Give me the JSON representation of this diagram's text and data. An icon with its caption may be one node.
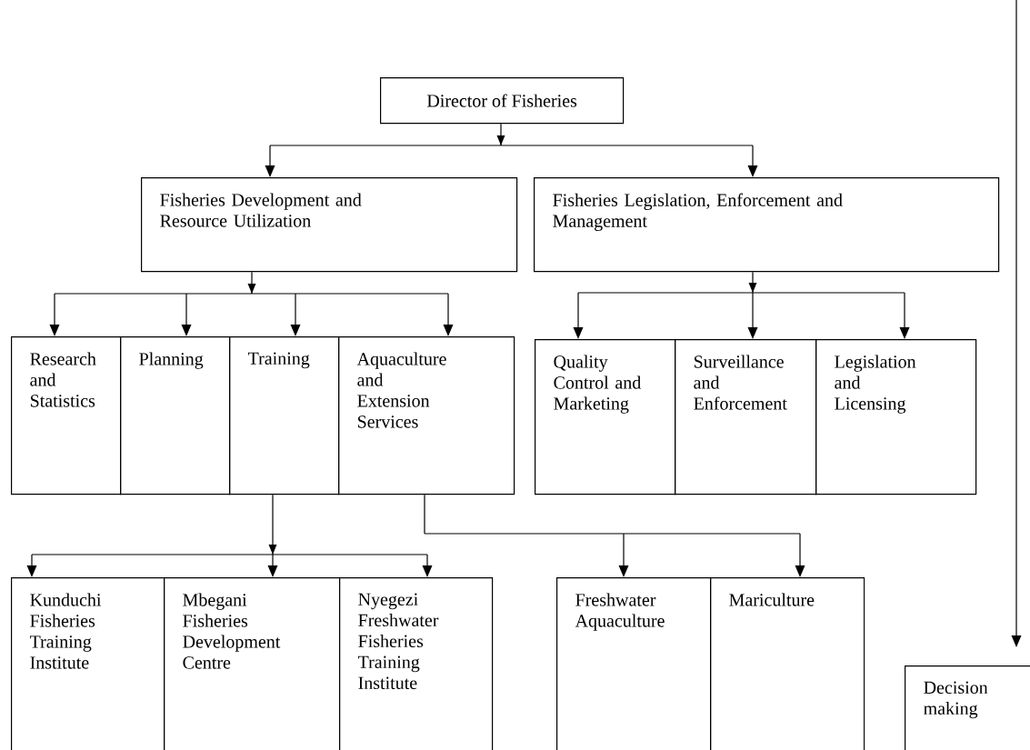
{
  "diagram": {
    "nodes": [
      {
        "text": [
          "Director of Fisheries"
        ]
      },
      {
        "text": [
          "Fisheries Development and Resource Utilization"
        ]
      },
      {
        "text": [
          "Fisheries Legislation, Enforcement and Management"
        ]
      },
      {
        "text": [
          "Research and Statistics"
        ]
      },
      {
        "text": [
          "Planning"
        ]
      },
      {
        "text": [
          "Training"
        ]
      },
      {
        "text": [
          "Aquaculture and Extension Services"
        ]
      },
      {
        "text": [
          "Quality Control and Marketing"
        ]
      },
      {
        "text": [
          "Surveillance and Enforcement"
        ]
      },
      {
        "text": [
          "Legislation and Licensing"
        ]
      },
      {
        "text": [
          "Kunduchi Fisheries Training Institute"
        ]
      },
      {
        "text": [
          "Mbegani Fisheries Development Centre"
        ]
      },
      {
        "text": [
          "Nyegezi Freshwater Fisheries Training Institute"
        ]
      },
      {
        "text": [
          "Freshwater Aquaculture"
        ]
      },
      {
        "text": [
          "Mariculture"
        ]
      },
      {
        "text": [
          "Decision making"
        ]
      }
    ],
    "edges": [
      {
        "from": 0,
        "to": 1,
        "arrow": "to"
      },
      {
        "from": 0,
        "to": 2,
        "arrow": "to"
      },
      {
        "from": 1,
        "to": 3,
        "arrow": "to"
      },
      {
        "from": 1,
        "to": 4,
        "arrow": "to"
      },
      {
        "from": 1,
        "to": 5,
        "arrow": "to"
      },
      {
        "from": 1,
        "to": 6,
        "arrow": "to"
      },
      {
        "from": 2,
        "to": 7,
        "arrow": "to"
      },
      {
        "from": 2,
        "to": 8,
        "arrow": "to"
      },
      {
        "from": 2,
        "to": 9,
        "arrow": "to"
      },
      {
        "from": 5,
        "to": 10,
        "arrow": "to"
      },
      {
        "from": 5,
        "to": 11,
        "arrow": "to"
      },
      {
        "from": 5,
        "to": 12,
        "arrow": "to"
      },
      {
        "from": 6,
        "to": 13,
        "arrow": "to"
      },
      {
        "from": 6,
        "to": 14,
        "arrow": "to"
      },
      {
        "from": null,
        "to": 15,
        "arrow": "to"
      }
    ]
  }
}
